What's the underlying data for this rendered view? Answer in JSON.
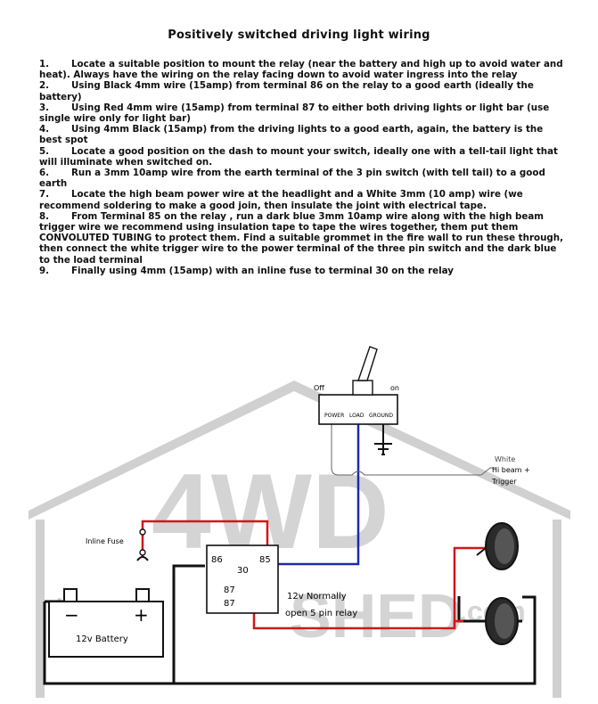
{
  "title": "Positively switched driving light wiring",
  "steps": [
    {
      "num": "1.",
      "text": "Locate a suitable position to mount the relay (near the battery and high up to avoid water and heat). Always have the wiring on the relay facing down to avoid water ingress into the relay"
    },
    {
      "num": "2.",
      "text": "Using Black 4mm wire (15amp) from terminal 86 on the relay to a good earth (ideally the battery)"
    },
    {
      "num": "3.",
      "text": "Using Red 4mm wire (15amp)  from terminal  87 to either both driving lights or light bar (use single wire only for light bar)"
    },
    {
      "num": "4.",
      "text": "Using 4mm Black (15amp)  from the driving lights to a good earth, again, the battery is the best spot"
    },
    {
      "num": "5.",
      "text": "Locate a good position on the dash to mount your switch, ideally one with a tell-tail light that will illuminate when switched on."
    },
    {
      "num": "6.",
      "text": "Run a 3mm 10amp wire from the earth terminal of the 3 pin switch (with tell tail) to a good earth"
    },
    {
      "num": "7.",
      "text": "Locate the high beam power wire at the headlight and a White 3mm (10 amp) wire (we recommend soldering to make a good join, then insulate the joint with electrical tape."
    },
    {
      "num": "8.",
      "text": "From Terminal 85 on the relay , run a dark blue 3mm 10amp wire along with the high beam trigger wire we recommend using insulation tape to tape the wires together, them put them  CONVOLUTED TUBING to protect them.  Find a suitable grommet in the fire wall to run these through, then connect the white trigger wire to the power terminal of the three pin switch and the dark blue to the load terminal"
    },
    {
      "num": "9.",
      "text": "Finally using 4mm (15amp)  with an inline fuse to terminal 30 on the relay"
    }
  ],
  "diagram": {
    "switch": {
      "off": "Off",
      "on": "on",
      "power": "POWER",
      "load": "LOAD",
      "ground": "GROUND"
    },
    "trigger": {
      "line1": "White",
      "line2": "Hi beam +",
      "line3": "Trigger"
    },
    "fuse_label": "Inline Fuse",
    "relay": {
      "t86": "86",
      "t30": "30",
      "t85": "85",
      "t87a": "87",
      "t87b": "87",
      "label1": "12v Normally",
      "label2": "open 5 pin relay"
    },
    "battery": {
      "minus": "−",
      "plus": "+",
      "label": "12v Battery"
    },
    "watermark": {
      "big": "4WD",
      "the": "the",
      "shed": "SHED",
      "dotcom": ".com"
    },
    "colors": {
      "red": "#d01818",
      "blue": "#1c2aa8",
      "black": "#111111",
      "watermark": "#cfcfcf"
    }
  }
}
